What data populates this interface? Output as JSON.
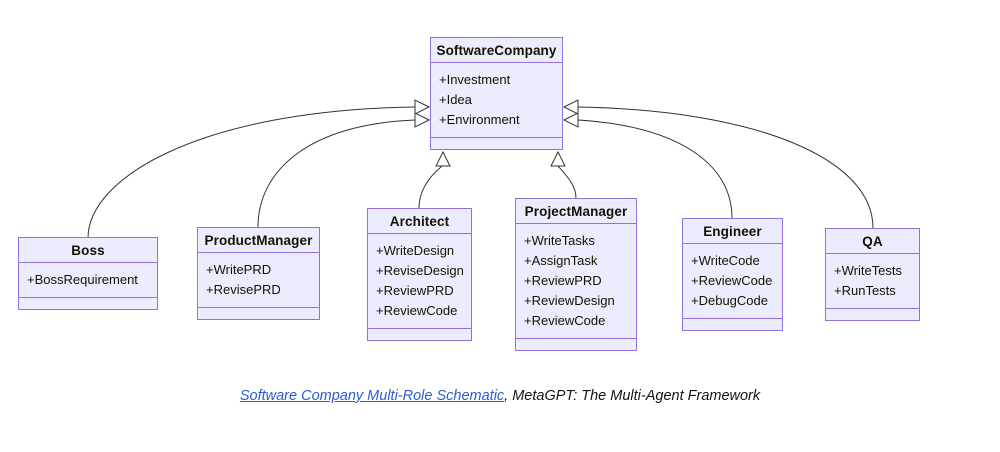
{
  "diagram": {
    "type": "uml-class-diagram",
    "colors": {
      "class_fill": "#ECECFF",
      "class_border": "#9370DB",
      "edge_stroke": "#333333",
      "arrowhead_fill": "#ffffff",
      "text": "#131300",
      "link_blue": "#2a5bd7"
    },
    "classes": [
      {
        "id": "software-company",
        "name": "SoftwareCompany",
        "members": [
          "+Investment",
          "+Idea",
          "+Environment"
        ]
      },
      {
        "id": "boss",
        "name": "Boss",
        "members": [
          "+BossRequirement"
        ]
      },
      {
        "id": "product-manager",
        "name": "ProductManager",
        "members": [
          "+WritePRD",
          "+RevisePRD"
        ]
      },
      {
        "id": "architect",
        "name": "Architect",
        "members": [
          "+WriteDesign",
          "+ReviseDesign",
          "+ReviewPRD",
          "+ReviewCode"
        ]
      },
      {
        "id": "project-manager",
        "name": "ProjectManager",
        "members": [
          "+WriteTasks",
          "+AssignTask",
          "+ReviewPRD",
          "+ReviewDesign",
          "+ReviewCode"
        ]
      },
      {
        "id": "engineer",
        "name": "Engineer",
        "members": [
          "+WriteCode",
          "+ReviewCode",
          "+DebugCode"
        ]
      },
      {
        "id": "qa",
        "name": "QA",
        "members": [
          "+WriteTests",
          "+RunTests"
        ]
      }
    ],
    "relations": [
      {
        "from": "Boss",
        "to": "SoftwareCompany",
        "type": "generalization"
      },
      {
        "from": "ProductManager",
        "to": "SoftwareCompany",
        "type": "generalization"
      },
      {
        "from": "Architect",
        "to": "SoftwareCompany",
        "type": "generalization"
      },
      {
        "from": "ProjectManager",
        "to": "SoftwareCompany",
        "type": "generalization"
      },
      {
        "from": "Engineer",
        "to": "SoftwareCompany",
        "type": "generalization"
      },
      {
        "from": "QA",
        "to": "SoftwareCompany",
        "type": "generalization"
      }
    ]
  },
  "caption": {
    "link_text": "Software Company Multi-Role Schematic",
    "suffix_text": ", MetaGPT: The Multi-Agent Framework"
  }
}
